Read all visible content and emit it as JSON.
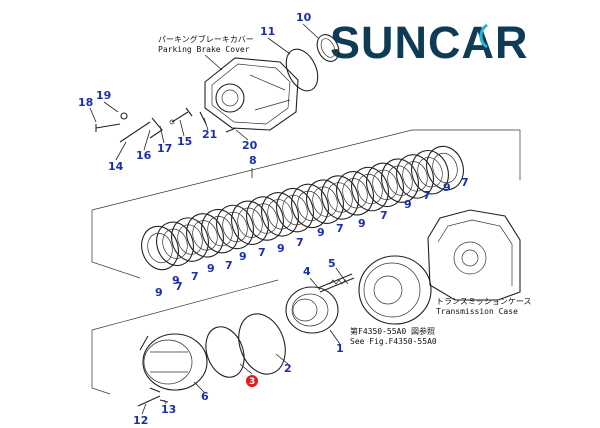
{
  "brand": {
    "logo_text": "SUNCAR",
    "logo_color": "#0e3b55",
    "accent_color": "#2bb3cf",
    "number_color": "#1b2fa8",
    "highlight_color": "#e11b1b"
  },
  "captions": {
    "parking_brake_jp": "パーキングブレーキカバー",
    "parking_brake_en": "Parking Brake Cover",
    "transmission_jp": "トランスミッションケース",
    "transmission_en": "Transmission Case",
    "see_fig_jp": "第F4350-55A0 図参照",
    "see_fig_en": "See Fig.F4350-55A0"
  },
  "callouts": [
    {
      "id": "c10",
      "label": "10"
    },
    {
      "id": "c11",
      "label": "11"
    },
    {
      "id": "c18",
      "label": "18"
    },
    {
      "id": "c19",
      "label": "19"
    },
    {
      "id": "c14",
      "label": "14"
    },
    {
      "id": "c16",
      "label": "16"
    },
    {
      "id": "c17",
      "label": "17"
    },
    {
      "id": "c15",
      "label": "15"
    },
    {
      "id": "c21",
      "label": "21"
    },
    {
      "id": "c20",
      "label": "20"
    },
    {
      "id": "c8",
      "label": "8"
    },
    {
      "id": "c7a",
      "label": "7"
    },
    {
      "id": "c9a",
      "label": "9"
    },
    {
      "id": "c7b",
      "label": "7"
    },
    {
      "id": "c9b",
      "label": "9"
    },
    {
      "id": "c7c",
      "label": "7"
    },
    {
      "id": "c9c",
      "label": "9"
    },
    {
      "id": "c7d",
      "label": "7"
    },
    {
      "id": "c9d",
      "label": "9"
    },
    {
      "id": "c7e",
      "label": "7"
    },
    {
      "id": "c9e",
      "label": "9"
    },
    {
      "id": "c7f",
      "label": "7"
    },
    {
      "id": "c9f",
      "label": "9"
    },
    {
      "id": "c7g",
      "label": "7"
    },
    {
      "id": "c9g",
      "label": "9"
    },
    {
      "id": "c7h",
      "label": "7"
    },
    {
      "id": "c9h",
      "label": "9"
    },
    {
      "id": "c7i",
      "label": "7"
    },
    {
      "id": "c9i",
      "label": "9"
    },
    {
      "id": "c7j",
      "label": "7"
    },
    {
      "id": "c5",
      "label": "5"
    },
    {
      "id": "c4",
      "label": "4"
    },
    {
      "id": "c1",
      "label": "1"
    },
    {
      "id": "c2",
      "label": "2"
    },
    {
      "id": "c3",
      "label": "3"
    },
    {
      "id": "c6",
      "label": "6"
    },
    {
      "id": "c12",
      "label": "12"
    },
    {
      "id": "c13",
      "label": "13"
    }
  ]
}
